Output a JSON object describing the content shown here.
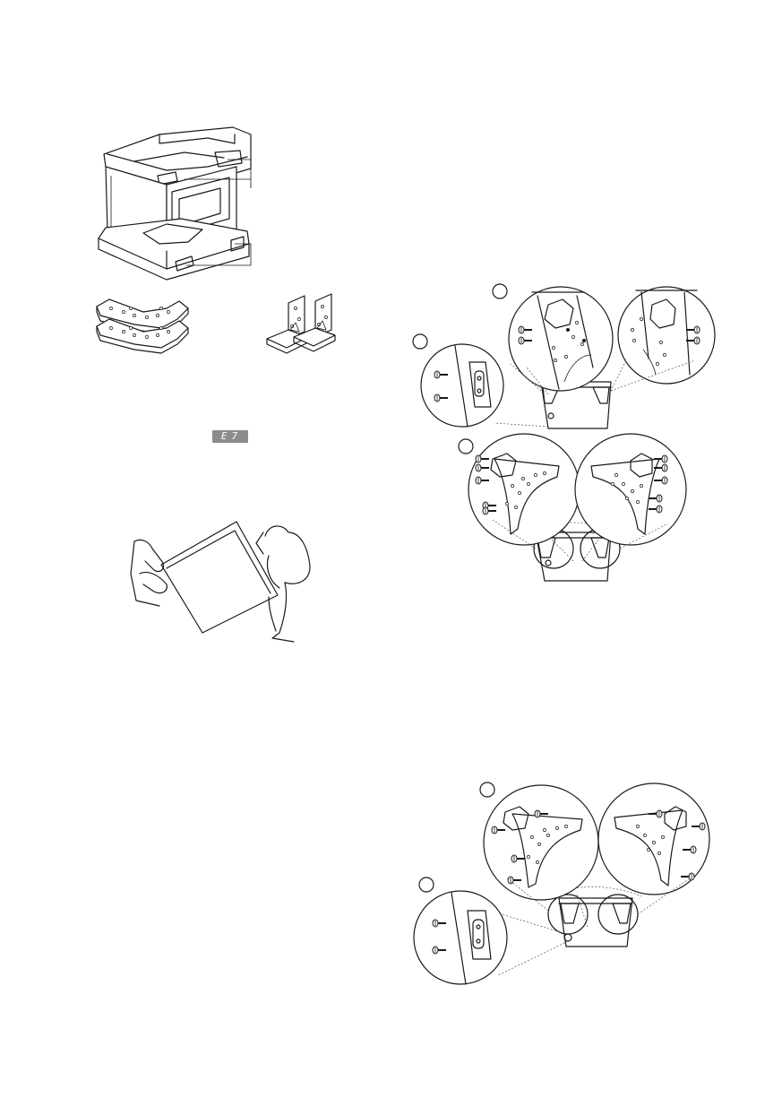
{
  "page": {
    "background": "#ffffff",
    "ink": "#1a1a1a"
  },
  "error_display": {
    "code": "E7",
    "color": "#8c8c8c"
  },
  "figures": [
    {
      "name": "packaging-foam-blocks",
      "icon": "washer-in-packaging-icon"
    },
    {
      "name": "curved-rear-support-brackets",
      "icon": "curved-bracket-icon"
    },
    {
      "name": "l-shaped-mounting-brackets",
      "icon": "l-bracket-icon"
    },
    {
      "name": "two-person-lifting",
      "icon": "lifting-person-icon"
    },
    {
      "name": "rear-bracket-removal",
      "icon": "screw-detail-icon"
    },
    {
      "name": "rear-bracket-install",
      "icon": "screw-detail-icon"
    }
  ]
}
